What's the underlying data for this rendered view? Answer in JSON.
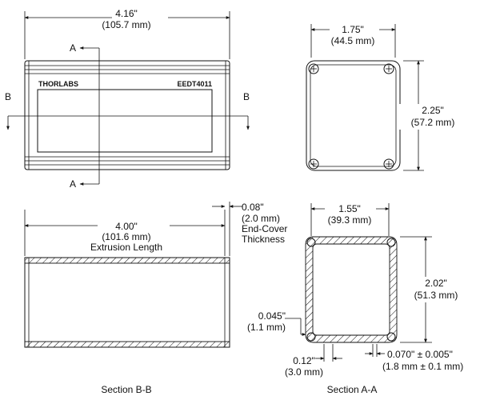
{
  "front_view": {
    "width_in": "4.16\"",
    "width_mm": "(105.7 mm)",
    "brand": "THORLABS",
    "model": "EEDT4011",
    "section_a": "A",
    "section_b": "B"
  },
  "end_view": {
    "width_in": "1.75\"",
    "width_mm": "(44.5 mm)",
    "height_in": "2.25\"",
    "height_mm": "(57.2 mm)"
  },
  "section_bb": {
    "length_in": "4.00\"",
    "length_mm": "(101.6 mm)",
    "length_label": "Extrusion Length",
    "cover_in": "0.08\"",
    "cover_mm": "(2.0 mm)",
    "cover_label1": "End-Cover",
    "cover_label2": "Thickness",
    "caption": "Section B-B"
  },
  "section_aa": {
    "width_in": "1.55\"",
    "width_mm": "(39.3 mm)",
    "height_in": "2.02\"",
    "height_mm": "(51.3 mm)",
    "lip_in": "0.045\"",
    "lip_mm": "(1.1 mm)",
    "rib_in": "0.12\"",
    "rib_mm": "(3.0 mm)",
    "wall_in": "0.070\" ± 0.005\"",
    "wall_mm": "(1.8 mm ± 0.1 mm)",
    "caption": "Section A-A"
  }
}
